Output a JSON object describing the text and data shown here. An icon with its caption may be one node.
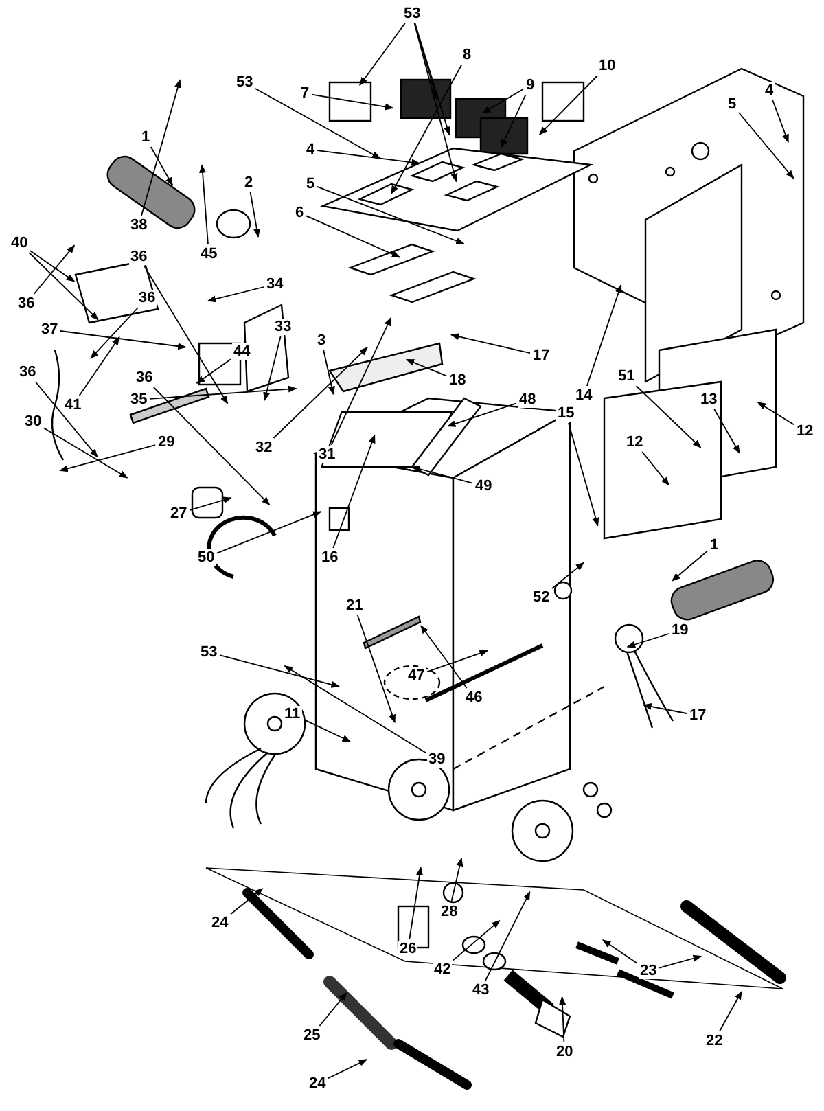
{
  "diagram": {
    "nodes": [
      {
        "text": [
          "53"
        ]
      },
      {
        "text": [
          "53"
        ]
      },
      {
        "text": [
          "1"
        ]
      },
      {
        "text": [
          "2"
        ]
      },
      {
        "text": [
          "7"
        ]
      },
      {
        "text": [
          "8"
        ]
      },
      {
        "text": [
          "9"
        ]
      },
      {
        "text": [
          "10"
        ]
      },
      {
        "text": [
          "4"
        ]
      },
      {
        "text": [
          "5"
        ]
      },
      {
        "text": [
          "4"
        ]
      },
      {
        "text": [
          "5"
        ]
      },
      {
        "text": [
          "6"
        ]
      },
      {
        "text": [
          "38"
        ]
      },
      {
        "text": [
          "40"
        ]
      },
      {
        "text": [
          "36"
        ]
      },
      {
        "text": [
          "45"
        ]
      },
      {
        "text": [
          "34"
        ]
      },
      {
        "text": [
          "33"
        ]
      },
      {
        "text": [
          "3"
        ]
      },
      {
        "text": [
          "17"
        ]
      },
      {
        "text": [
          "18"
        ]
      },
      {
        "text": [
          "48"
        ]
      },
      {
        "text": [
          "15"
        ]
      },
      {
        "text": [
          "51"
        ]
      },
      {
        "text": [
          "14"
        ]
      },
      {
        "text": [
          "13"
        ]
      },
      {
        "text": [
          "12"
        ]
      },
      {
        "text": [
          "12"
        ]
      },
      {
        "text": [
          "49"
        ]
      },
      {
        "text": [
          "36"
        ]
      },
      {
        "text": [
          "37"
        ]
      },
      {
        "text": [
          "36"
        ]
      },
      {
        "text": [
          "44"
        ]
      },
      {
        "text": [
          "36"
        ]
      },
      {
        "text": [
          "36"
        ]
      },
      {
        "text": [
          "41"
        ]
      },
      {
        "text": [
          "35"
        ]
      },
      {
        "text": [
          "30"
        ]
      },
      {
        "text": [
          "29"
        ]
      },
      {
        "text": [
          "32"
        ]
      },
      {
        "text": [
          "31"
        ]
      },
      {
        "text": [
          "27"
        ]
      },
      {
        "text": [
          "50"
        ]
      },
      {
        "text": [
          "16"
        ]
      },
      {
        "text": [
          "52"
        ]
      },
      {
        "text": [
          "21"
        ]
      },
      {
        "text": [
          "1"
        ]
      },
      {
        "text": [
          "19"
        ]
      },
      {
        "text": [
          "17"
        ]
      },
      {
        "text": [
          "47"
        ]
      },
      {
        "text": [
          "46"
        ]
      },
      {
        "text": [
          "53"
        ]
      },
      {
        "text": [
          "11"
        ]
      },
      {
        "text": [
          "39"
        ]
      },
      {
        "text": [
          "28"
        ]
      },
      {
        "text": [
          "26"
        ]
      },
      {
        "text": [
          "42"
        ]
      },
      {
        "text": [
          "43"
        ]
      },
      {
        "text": [
          "24"
        ]
      },
      {
        "text": [
          "23"
        ]
      },
      {
        "text": [
          "22"
        ]
      },
      {
        "text": [
          "25"
        ]
      },
      {
        "text": [
          "20"
        ]
      },
      {
        "text": [
          "24"
        ]
      }
    ],
    "edges": [
      {
        "from": 0,
        "to": null,
        "arrow": "to"
      },
      {
        "from": 0,
        "to": null,
        "arrow": "to"
      },
      {
        "from": 0,
        "to": null,
        "arrow": "to"
      },
      {
        "from": 0,
        "to": null,
        "arrow": "to"
      },
      {
        "from": 1,
        "to": null,
        "arrow": "to"
      },
      {
        "from": 2,
        "to": null,
        "arrow": "to"
      },
      {
        "from": 3,
        "to": null,
        "arrow": "to"
      },
      {
        "from": 4,
        "to": null,
        "arrow": "to"
      },
      {
        "from": 5,
        "to": null,
        "arrow": "to"
      },
      {
        "from": 6,
        "to": null,
        "arrow": "to"
      },
      {
        "from": 6,
        "to": null,
        "arrow": "to"
      },
      {
        "from": 7,
        "to": null,
        "arrow": "to"
      },
      {
        "from": 8,
        "to": null,
        "arrow": "to"
      },
      {
        "from": 9,
        "to": null,
        "arrow": "to"
      },
      {
        "from": 10,
        "to": null,
        "arrow": "to"
      },
      {
        "from": 11,
        "to": null,
        "arrow": "to"
      },
      {
        "from": 12,
        "to": null,
        "arrow": "to"
      },
      {
        "from": 13,
        "to": null,
        "arrow": "to"
      },
      {
        "from": 14,
        "to": null,
        "arrow": "to"
      },
      {
        "from": 14,
        "to": null,
        "arrow": "to"
      },
      {
        "from": 15,
        "to": null,
        "arrow": "to"
      },
      {
        "from": 16,
        "to": null,
        "arrow": "to"
      },
      {
        "from": 17,
        "to": null,
        "arrow": "to"
      },
      {
        "from": 18,
        "to": null,
        "arrow": "to"
      },
      {
        "from": 19,
        "to": null,
        "arrow": "to"
      },
      {
        "from": 20,
        "to": null,
        "arrow": "to"
      },
      {
        "from": 21,
        "to": null,
        "arrow": "to"
      },
      {
        "from": 22,
        "to": null,
        "arrow": "to"
      },
      {
        "from": 23,
        "to": null,
        "arrow": "to"
      },
      {
        "from": 24,
        "to": null,
        "arrow": "to"
      },
      {
        "from": 25,
        "to": null,
        "arrow": "to"
      },
      {
        "from": 26,
        "to": null,
        "arrow": "to"
      },
      {
        "from": 27,
        "to": null,
        "arrow": "to"
      },
      {
        "from": 28,
        "to": null,
        "arrow": "to"
      },
      {
        "from": 29,
        "to": null,
        "arrow": "to"
      },
      {
        "from": 30,
        "to": null,
        "arrow": "to"
      },
      {
        "from": 31,
        "to": null,
        "arrow": "to"
      },
      {
        "from": 32,
        "to": null,
        "arrow": "to"
      },
      {
        "from": 33,
        "to": null,
        "arrow": "to"
      },
      {
        "from": 34,
        "to": null,
        "arrow": "to"
      },
      {
        "from": 35,
        "to": null,
        "arrow": "to"
      },
      {
        "from": 36,
        "to": null,
        "arrow": "to"
      },
      {
        "from": 37,
        "to": null,
        "arrow": "to"
      },
      {
        "from": 38,
        "to": null,
        "arrow": "to"
      },
      {
        "from": 39,
        "to": null,
        "arrow": "to"
      },
      {
        "from": 40,
        "to": null,
        "arrow": "to"
      },
      {
        "from": 41,
        "to": null,
        "arrow": "to"
      },
      {
        "from": 42,
        "to": null,
        "arrow": "to"
      },
      {
        "from": 43,
        "to": null,
        "arrow": "to"
      },
      {
        "from": 44,
        "to": null,
        "arrow": "to"
      },
      {
        "from": 45,
        "to": null,
        "arrow": "to"
      },
      {
        "from": 46,
        "to": null,
        "arrow": "to"
      },
      {
        "from": 47,
        "to": null,
        "arrow": "to"
      },
      {
        "from": 48,
        "to": null,
        "arrow": "to"
      },
      {
        "from": 49,
        "to": null,
        "arrow": "to"
      },
      {
        "from": 50,
        "to": null,
        "arrow": "to"
      },
      {
        "from": 51,
        "to": null,
        "arrow": "to"
      },
      {
        "from": 52,
        "to": null,
        "arrow": "to"
      },
      {
        "from": 53,
        "to": null,
        "arrow": "to"
      },
      {
        "from": 54,
        "to": null,
        "arrow": "to"
      },
      {
        "from": 55,
        "to": null,
        "arrow": "to"
      },
      {
        "from": 56,
        "to": null,
        "arrow": "to"
      },
      {
        "from": 57,
        "to": null,
        "arrow": "to"
      },
      {
        "from": 58,
        "to": null,
        "arrow": "to"
      },
      {
        "from": 59,
        "to": null,
        "arrow": "to"
      },
      {
        "from": 60,
        "to": null,
        "arrow": "to"
      },
      {
        "from": 60,
        "to": null,
        "arrow": "to"
      },
      {
        "from": 61,
        "to": null,
        "arrow": "to"
      },
      {
        "from": 62,
        "to": null,
        "arrow": "to"
      },
      {
        "from": 63,
        "to": null,
        "arrow": "to"
      },
      {
        "from": 64,
        "to": null,
        "arrow": "to"
      }
    ]
  }
}
